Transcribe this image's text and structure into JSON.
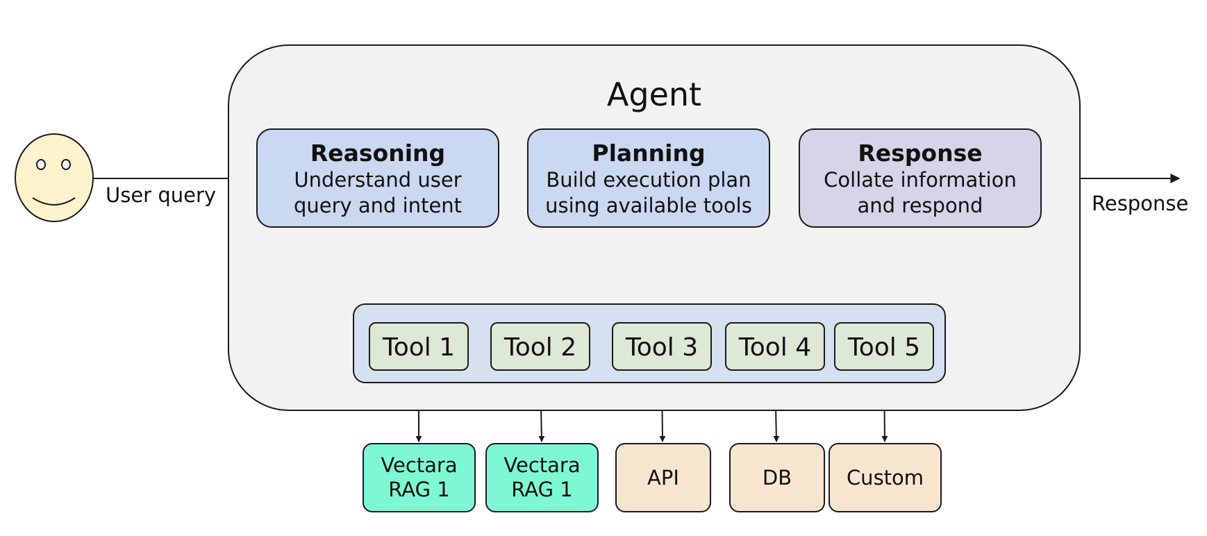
{
  "agent": {
    "title": "Agent"
  },
  "edges": {
    "user_query_label": "User query",
    "response_label": "Response"
  },
  "stages": [
    {
      "title": "Reasoning",
      "description": "Understand user\nquery and intent",
      "color": "#cad8f2"
    },
    {
      "title": "Planning",
      "description": "Build execution plan\nusing available tools",
      "color": "#cad8f2"
    },
    {
      "title": "Response",
      "description": "Collate information\nand respond",
      "color": "#d8d3e8"
    }
  ],
  "tools": [
    "Tool 1",
    "Tool 2",
    "Tool 3",
    "Tool 4",
    "Tool 5"
  ],
  "external": [
    {
      "label": "Vectara\nRAG 1",
      "color": "#7ef8d2"
    },
    {
      "label": "Vectara\nRAG 1",
      "color": "#7ef8d2"
    },
    {
      "label": "API",
      "color": "#f8e5d0"
    },
    {
      "label": "DB",
      "color": "#f8e5d0"
    },
    {
      "label": "Custom",
      "color": "#f8e5d0"
    }
  ],
  "colors": {
    "user_face": "#fdf3cc",
    "agent_background": "#f2f2f2",
    "toolbox_background": "#d5e0f0",
    "tool_background": "#dde8d5"
  }
}
